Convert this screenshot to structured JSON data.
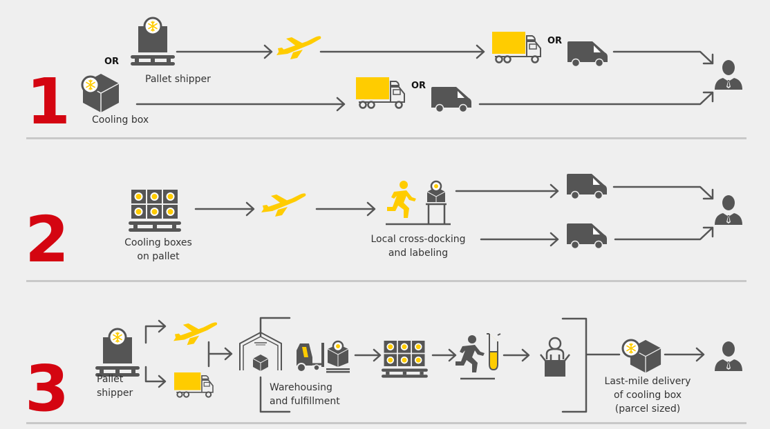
{
  "colors": {
    "dhl_red": "#d40511",
    "dhl_yellow": "#ffcc00",
    "icon_gray": "#555555",
    "line_gray": "#555555",
    "divider": "#c8c8c8",
    "background": "#efefef"
  },
  "rows": [
    {
      "number": "1",
      "labels": {
        "pallet_shipper": "Pallet shipper",
        "cooling_box": "Cooling box"
      },
      "or_labels": [
        "OR",
        "OR",
        "OR"
      ],
      "icons": [
        "pallet-shipper-icon",
        "cooling-box-icon",
        "airplane-icon",
        "truck-icon",
        "van-icon",
        "truck-icon",
        "van-icon",
        "customer-icon"
      ]
    },
    {
      "number": "2",
      "labels": {
        "cooling_boxes_line1": "Cooling boxes",
        "cooling_boxes_line2": "on pallet",
        "cross_dock_line1": "Local cross-docking",
        "cross_dock_line2": "and labeling"
      },
      "icons": [
        "pallet-of-cooling-boxes-icon",
        "airplane-icon",
        "courier-cross-dock-icon",
        "van-icon",
        "van-icon",
        "customer-icon"
      ]
    },
    {
      "number": "3",
      "labels": {
        "pallet_line1": "Pallet",
        "pallet_line2": "shipper",
        "warehouse_line1": "Warehousing",
        "warehouse_line2": "and fulfillment",
        "lastmile_line1": "Last-mile delivery",
        "lastmile_line2": "of cooling box",
        "lastmile_line3": "(parcel sized)"
      },
      "icons": [
        "pallet-shipper-icon",
        "airplane-icon",
        "truck-icon",
        "warehouse-icon",
        "forklift-icon",
        "pallet-of-cooling-boxes-icon",
        "lab-worker-icon",
        "packing-person-icon",
        "cooling-box-icon",
        "customer-icon"
      ]
    }
  ]
}
